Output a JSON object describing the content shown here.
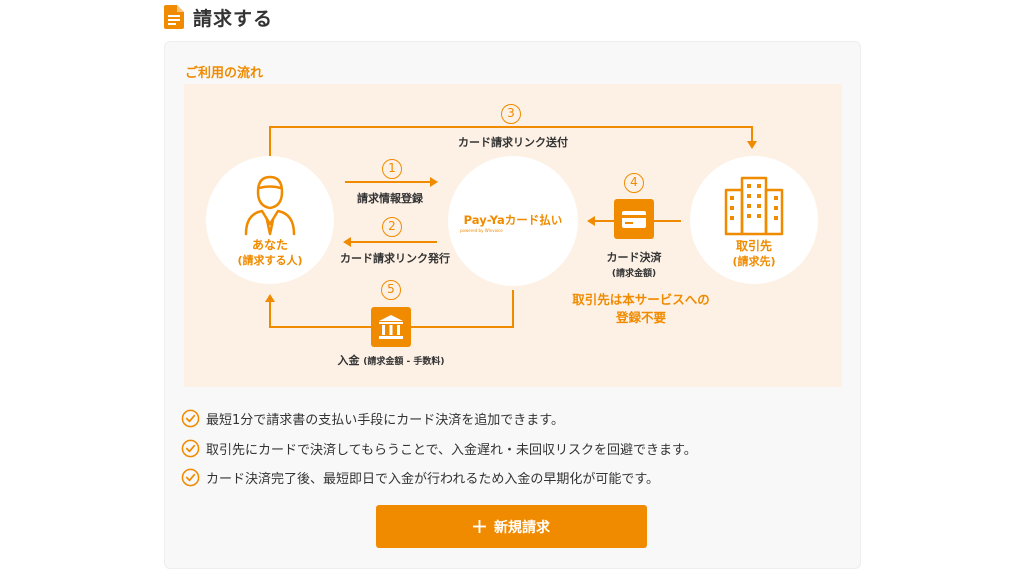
{
  "header": {
    "title": "請求する",
    "icon": "document-icon"
  },
  "flow": {
    "title": "ご利用の流れ",
    "you": {
      "line1": "あなた",
      "line2": "(請求する人)"
    },
    "service": {
      "name": "Pay-Yaカード払い",
      "powered": "powered by Winvoice"
    },
    "partner": {
      "line1": "取引先",
      "line2": "(請求先)"
    },
    "steps": {
      "s1": {
        "num": "1",
        "label": "請求情報登録"
      },
      "s2": {
        "num": "2",
        "label": "カード請求リンク発行"
      },
      "s3": {
        "num": "3",
        "label": "カード請求リンク送付"
      },
      "s4": {
        "num": "4",
        "label": "カード決済",
        "sub": "(請求金額)"
      },
      "s5": {
        "num": "5",
        "label_main": "入金",
        "label_sub": "(請求金額 - 手数料)"
      }
    },
    "note": {
      "line1": "取引先は本サービスへの",
      "line2": "登録不要"
    }
  },
  "features": [
    "最短1分で請求書の支払い手段にカード決済を追加できます。",
    "取引先にカードで決済してもらうことで、入金遅れ・未回収リスクを回避できます。",
    "カード決済完了後、最短即日で入金が行われるため入金の早期化が可能です。"
  ],
  "button": {
    "label": "新規請求"
  },
  "colors": {
    "accent": "#f08b00",
    "flow_bg": "#fdf1e6",
    "card_bg": "#f8f8f8"
  }
}
